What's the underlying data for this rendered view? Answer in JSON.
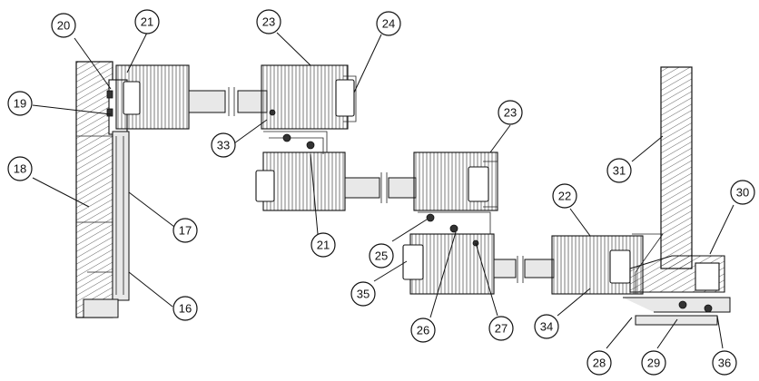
{
  "callouts": [
    {
      "id": "c20",
      "label": "20"
    },
    {
      "id": "c21a",
      "label": "21"
    },
    {
      "id": "c23a",
      "label": "23"
    },
    {
      "id": "c24",
      "label": "24"
    },
    {
      "id": "c19",
      "label": "19"
    },
    {
      "id": "c18",
      "label": "18"
    },
    {
      "id": "c17",
      "label": "17"
    },
    {
      "id": "c16",
      "label": "16"
    },
    {
      "id": "c33",
      "label": "33"
    },
    {
      "id": "c21b",
      "label": "21"
    },
    {
      "id": "c23b",
      "label": "23"
    },
    {
      "id": "c31",
      "label": "31"
    },
    {
      "id": "c30",
      "label": "30"
    },
    {
      "id": "c22",
      "label": "22"
    },
    {
      "id": "c25",
      "label": "25"
    },
    {
      "id": "c35",
      "label": "35"
    },
    {
      "id": "c26",
      "label": "26"
    },
    {
      "id": "c27",
      "label": "27"
    },
    {
      "id": "c34",
      "label": "34"
    },
    {
      "id": "c28",
      "label": "28"
    },
    {
      "id": "c29",
      "label": "29"
    },
    {
      "id": "c36",
      "label": "36"
    }
  ]
}
